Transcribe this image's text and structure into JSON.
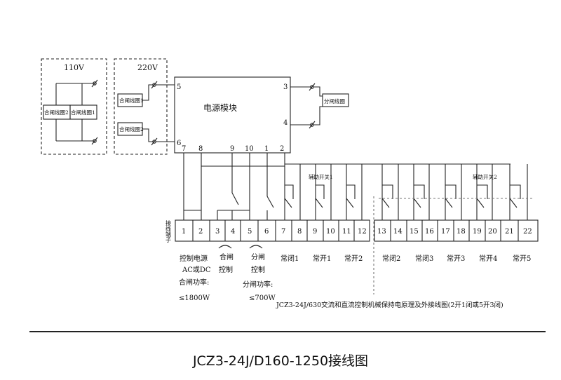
{
  "diagram": {
    "box_110": {
      "label": "110V",
      "coil_top": "合闸线圈2",
      "coil_right": "合闸线圈1"
    },
    "box_220": {
      "label": "220V",
      "coil_1": "合闸线圈1",
      "coil_2": "合闸线圈2"
    },
    "power_module": {
      "label": "电源模块",
      "pins": [
        "5",
        "6",
        "3",
        "4",
        "7",
        "8",
        "9",
        "10",
        "1",
        "2"
      ]
    },
    "open_coil": "分闸线圈",
    "aux_switch_1": "辅助开关1",
    "aux_switch_2": "辅助开关2",
    "terminal_block_label": "接线端子",
    "terminals": [
      "1",
      "2",
      "3",
      "4",
      "5",
      "6",
      "7",
      "8",
      "9",
      "10",
      "11",
      "12",
      "13",
      "14",
      "15",
      "16",
      "17",
      "18",
      "19",
      "20",
      "21",
      "22"
    ],
    "contact_labels": [
      "常闭1",
      "常开1",
      "常开2",
      "常闭2",
      "常闭3",
      "常开3",
      "常开4",
      "常开5"
    ],
    "notes": {
      "control_power": "控制电源",
      "ac_dc": "AC或DC",
      "close_power": "合闸功率:",
      "close_power_value": "≤1800W",
      "close_ctrl_1": "合闸",
      "close_ctrl_2": "控制",
      "open_ctrl_1": "分闸",
      "open_ctrl_2": "控制",
      "open_power": "分闸功率:",
      "open_power_value": "≤700W"
    },
    "subtitle": "JCZ3-24J/630交流和直流控制机械保持电原理及外接线图(2开1闭或5开3闭)"
  },
  "caption": "JCZ3-24J/D160-1250接线图"
}
